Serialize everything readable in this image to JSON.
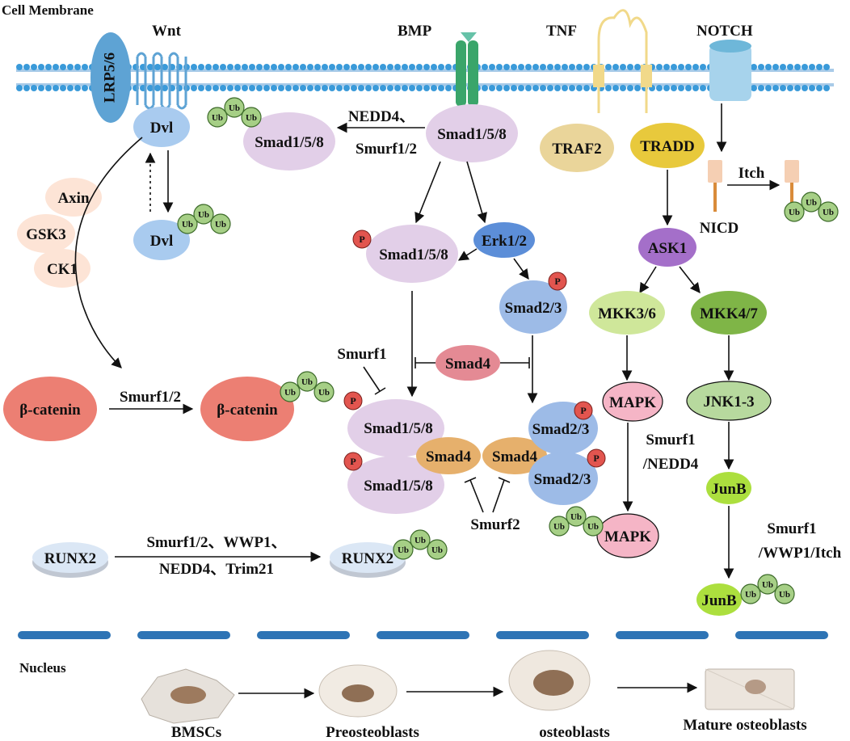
{
  "colors": {
    "membrane_head": "#3a9ad9",
    "smad158": "#e2cfe8",
    "smad23": "#9dbbe7",
    "smad4_inner": "#e6b06c",
    "smad4_mid": "#e48a94",
    "erk": "#5c8ed8",
    "dvl": "#a9cbef",
    "ptp_light": "#fde4d6",
    "betacatenin": "#ec7f73",
    "traf2": "#ead59a",
    "tradd": "#e8c93c",
    "ask1": "#a46fc9",
    "mkk36": "#cfe79a",
    "mkk47": "#7fb547",
    "jnk": "#b7d99e",
    "junb": "#acdf3e",
    "mapk": "#f5b5c6",
    "runx2": "#dbe7f5",
    "ub": "#a6cf86",
    "phospho": "#e2554f",
    "nucleus_line": "#2e74b5"
  },
  "labels": {
    "cell_membrane": "Cell Membrane",
    "wnt": "Wnt",
    "bmp": "BMP",
    "tnf": "TNF",
    "notch": "NOTCH",
    "lrp56": "LRP5/6",
    "dvl_top": "Dvl",
    "dvl_bottom": "Dvl",
    "axin": "Axin",
    "gsk3": "GSK3",
    "ck1": "CK1",
    "smad158_receptor": "Smad1/5/8",
    "smad158_ub": "Smad1/5/8",
    "nedd4_comma": "NEDD4、",
    "smurf12_top": "Smurf1/2",
    "traf2": "TRAF2",
    "tradd": "TRADD",
    "itch": "Itch",
    "nicd": "NICD",
    "ask1": "ASK1",
    "smad158_p": "Smad1/5/8",
    "erk12": "Erk1/2",
    "smad23_p": "Smad2/3",
    "mkk36": "MKK3/6",
    "mkk47": "MKK4/7",
    "smurf1_left": "Smurf1",
    "smad4_mid": "Smad4",
    "betacatenin_left": "β-catenin",
    "smurf12_mid": "Smurf1/2",
    "betacatenin_right": "β-catenin",
    "smad158_complex_top": "Smad1/5/8",
    "smad158_complex_bottom": "Smad1/5/8",
    "smad4_left": "Smad4",
    "smad4_right": "Smad4",
    "smad23_complex_top": "Smad2/3",
    "smad23_complex_bottom": "Smad2/3",
    "smurf2": "Smurf2",
    "mapk_top": "MAPK",
    "smurf1_nedd4_line1": "Smurf1",
    "smurf1_nedd4_line2": "/NEDD4",
    "mapk_bottom": "MAPK",
    "jnk13": "JNK1-3",
    "junb_top": "JunB",
    "smurf1_wwp1_itch_line1": "Smurf1",
    "smurf1_wwp1_itch_line2": "/WWP1/Itch",
    "junb_bottom": "JunB",
    "runx2_left": "RUNX2",
    "runx2_enzymes_line1": "Smurf1/2、WWP1、",
    "runx2_enzymes_line2": "NEDD4、Trim21",
    "runx2_right": "RUNX2",
    "nucleus": "Nucleus",
    "bmscs": "BMSCs",
    "preosteoblasts": "Preosteoblasts",
    "osteoblasts": "osteoblasts",
    "mature_osteoblasts": "Mature osteoblasts",
    "ub": "Ub",
    "p": "P"
  }
}
